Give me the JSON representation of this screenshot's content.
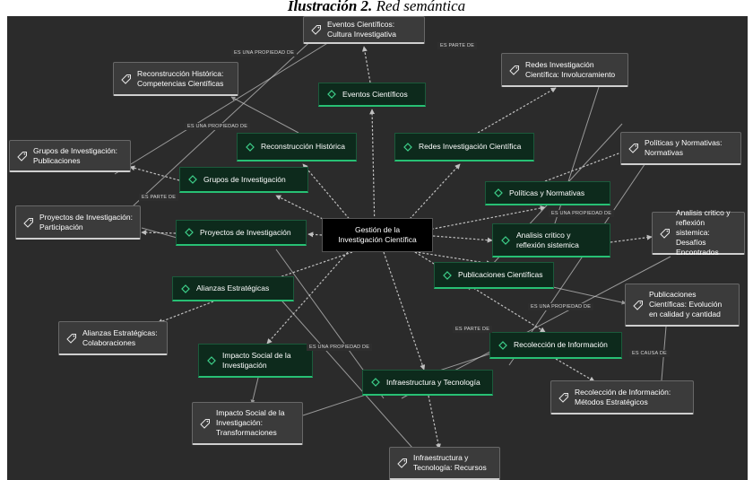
{
  "caption": {
    "prefix": "Ilustración 2.",
    "suffix": " Red semántica"
  },
  "center": {
    "id": "center",
    "label": "Gestión de la\nInvestigación Científica"
  },
  "concepts": [
    {
      "id": "eventos",
      "label": "Eventos Científicos"
    },
    {
      "id": "reconstruccion",
      "label": "Reconstrucción Histórica"
    },
    {
      "id": "redes",
      "label": "Redes Investigación Científica"
    },
    {
      "id": "grupos",
      "label": "Grupos de Investigación"
    },
    {
      "id": "politicas",
      "label": "Políticas y Normativas"
    },
    {
      "id": "proyectos",
      "label": "Proyectos de Investigación"
    },
    {
      "id": "analisis",
      "label": "Analisis critico y\nreflexión sistemica"
    },
    {
      "id": "publicaciones",
      "label": "Publicaciones Científicas"
    },
    {
      "id": "alianzas",
      "label": "Alianzas Estratégicas"
    },
    {
      "id": "recoleccion",
      "label": "Recolección de Información"
    },
    {
      "id": "impacto",
      "label": "Impacto Social de la\nInvestigación"
    },
    {
      "id": "infra",
      "label": "Infraestructura y Tecnología"
    }
  ],
  "attributes": [
    {
      "id": "a_eventos",
      "label": "Eventos Científicos:\nCultura Investigativa"
    },
    {
      "id": "a_reconstruccion",
      "label": "Reconstrucción Histórica:\nCompetencias Científicas"
    },
    {
      "id": "a_redes",
      "label": "Redes Investigación\nCientífica: Involucramiento"
    },
    {
      "id": "a_grupos",
      "label": "Grupos de Investigación:\nPublicaciones"
    },
    {
      "id": "a_politicas",
      "label": "Políticas y Normativas:\nNormativas"
    },
    {
      "id": "a_proyectos",
      "label": "Proyectos de Investigación:\nParticipación"
    },
    {
      "id": "a_analisis",
      "label": "Analisis critico y\nreflexión sistemica:\nDesafíos Encontrados"
    },
    {
      "id": "a_publicaciones",
      "label": "Publicaciones\nCientíficas: Evolución\nen calidad y cantidad"
    },
    {
      "id": "a_alianzas",
      "label": "Alianzas Estratégicas:\nColaboraciones"
    },
    {
      "id": "a_recoleccion",
      "label": "Recolección de Información:\nMétodos Estratégicos"
    },
    {
      "id": "a_impacto",
      "label": "Impacto Social de la\nInvestigación:\nTransformaciones"
    },
    {
      "id": "a_infra",
      "label": "Infraestructura y\nTecnología: Recursos"
    }
  ],
  "relation_labels": [
    {
      "id": "r1",
      "text": "ES UNA PROPIEDAD DE"
    },
    {
      "id": "r2",
      "text": "ES PARTE DE"
    },
    {
      "id": "r3",
      "text": "ES UNA PROPIEDAD DE"
    },
    {
      "id": "r4",
      "text": "ES PARTE DE"
    },
    {
      "id": "r5",
      "text": "ES UNA PROPIEDAD DE"
    },
    {
      "id": "r6",
      "text": "ES UNA PROPIEDAD DE"
    },
    {
      "id": "r7",
      "text": "ES PARTE DE"
    },
    {
      "id": "r8",
      "text": "ES UNA PROPIEDAD DE"
    },
    {
      "id": "r9",
      "text": "ES CAUSA DE"
    }
  ],
  "colors": {
    "canvas": "#2b2b2b",
    "concept_fill": "#0d2a1c",
    "concept_accent": "#27c074",
    "attribute_fill": "#3b3b3b",
    "edge": "#c8c8c8"
  },
  "icons": {
    "concept": "diamond-node-icon",
    "attribute": "tag-icon"
  }
}
